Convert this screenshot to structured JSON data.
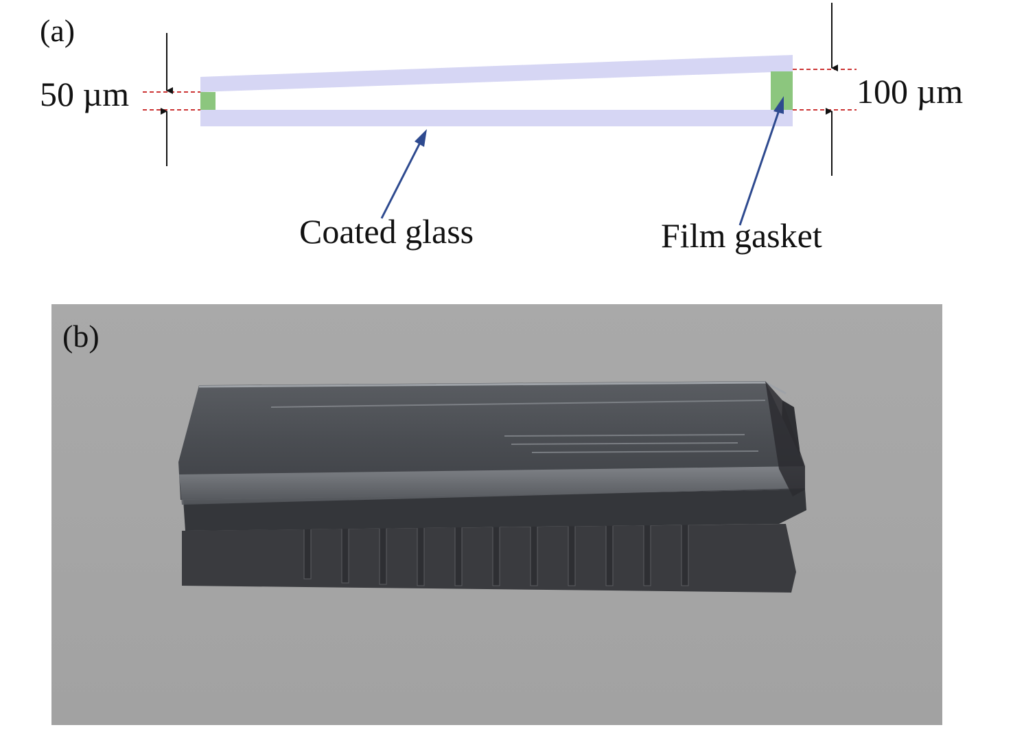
{
  "panel_a": {
    "label": "(a)",
    "gap_small": "50 µm",
    "gap_large": "100 µm",
    "glass_label": "Coated glass",
    "gasket_label": "Film gasket",
    "colors": {
      "glass": "#d6d6f4",
      "gasket": "#8cc67e",
      "guide": "#cc3333",
      "leader": "#2e4a8f",
      "arrow": "#111111"
    }
  },
  "panel_b": {
    "label": "(b)",
    "background_color": "#a5a5a5",
    "device_color": "#4a4c50",
    "fin_color": "#3a3b3f"
  }
}
